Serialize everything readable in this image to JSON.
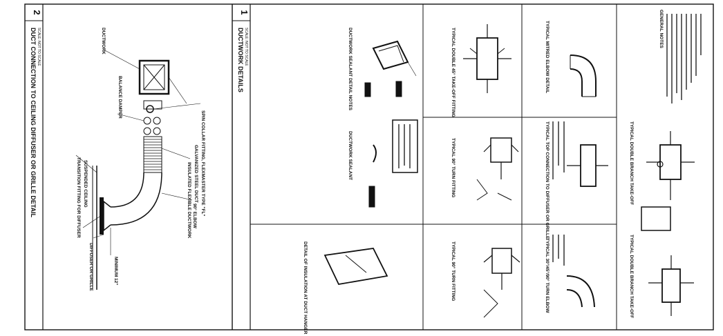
{
  "sheet": {
    "detail_2": {
      "number": "2",
      "title": "DUCT CONNECTION TO CEILING DIFFUSER OR GRILLE DETAIL",
      "scale": "SCALE: NOT TO SCALE"
    },
    "detail_1": {
      "number": "1",
      "title": "DUCTWORK DETAILS",
      "scale": "SCALE: NOT TO SCALE"
    }
  },
  "panels": {
    "sealant": "DUCTWORK SEALANT DETAIL NOTES",
    "double45": "TYPICAL DOUBLE 45° TAKE-OFF FITTING",
    "mitered": "TYPICAL MITRED ELBOW DETAIL",
    "notes": "GENERAL NOTES",
    "ductsealant2": "DUCTWORK SEALANT",
    "turn90a": "TYPICAL 90° TURN FITTING",
    "topconn": "TYPICAL TOP CONNECTION TO DIFFUSER OR GRILLE",
    "dblbranch": "TYPICAL DOUBLE BRANCH TAKE-OFF",
    "hanger": "DETAIL OF INSULATION AT DUCT HANGER",
    "turn90b": "TYPICAL 90° TURN FITTING",
    "radius": "TYPICAL 30°/45°/90° TURN ELBOW",
    "dblbranch2": "TYPICAL DOUBLE BRANCH TAKE-OFF"
  },
  "notes_2": {
    "spin_collar": "SPIN COLLAR FITTING, FLEXMASTER TYPE \"FL\"",
    "galv": "GALVANIZED STEEL DUCT",
    "flex": "INSULATED FLEXIBLE DUCTWORK",
    "elbow": "90° ELBOW",
    "tran": "TRANSITION FITTING FOR DIFFUSER",
    "susp": "SUSPENDED CEILING",
    "diffuser": "DIFFUSER OR GRILLE",
    "min": "MINIMUM 12\"",
    "ductwork": "DUCTWORK",
    "balance": "BALANCE DAMPER"
  }
}
